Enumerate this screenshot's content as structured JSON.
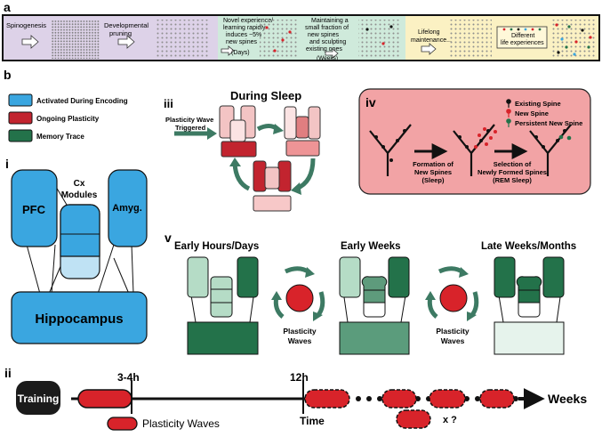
{
  "panel_a": {
    "label": "a",
    "stages": [
      "Spinogenesis",
      "Developmental pruning",
      "Novel experience/ learning rapidly induces ~5% new spines",
      "(Days)",
      "Maintaining a small fraction of new spines and sculpting existing ones",
      "(Weeks)",
      "Lifelong maintenance...",
      "Different life experiences"
    ]
  },
  "panel_b": {
    "label": "b",
    "legend": [
      {
        "label": "Activated During Encoding",
        "color": "#3aa6e0"
      },
      {
        "label": "Ongoing Plasticity",
        "color": "#c2242f"
      },
      {
        "label": "Memory Trace",
        "color": "#23724a"
      }
    ],
    "i": {
      "label": "i",
      "pfc": "PFC",
      "cx": "Cx",
      "modules": "Modules",
      "amyg": "Amyg.",
      "hippocampus": "Hippocampus"
    },
    "iii": {
      "label": "iii",
      "title": "During Sleep",
      "trigger_line1": "Plasticity Wave",
      "trigger_line2": "Triggered"
    },
    "iv": {
      "label": "iv",
      "legend": [
        "Existing Spine",
        "New Spine",
        "Persistent New Spine"
      ],
      "step1": [
        "Formation of",
        "New Spines",
        "(Sleep)"
      ],
      "step2": [
        "Selection of",
        "Newly Formed Spines",
        "(REM Sleep)"
      ]
    },
    "v": {
      "label": "v",
      "titles": [
        "Early Hours/Days",
        "Early Weeks",
        "Late Weeks/Months"
      ],
      "waves_line1": "Plasticity",
      "waves_line2": "Waves"
    },
    "ii": {
      "label": "ii",
      "training": "Training",
      "t1": "3-4h",
      "t2": "12h",
      "time": "Time",
      "weeks": "Weeks",
      "unknown": "x ?",
      "legend": "Plasticity Waves"
    }
  },
  "colors": {
    "blue": "#3aa6e0",
    "red": "#d8232a",
    "dark_green": "#23724a",
    "panel_iv_bg": "#f2a3a5",
    "arrow_green": "#3d7a63"
  }
}
